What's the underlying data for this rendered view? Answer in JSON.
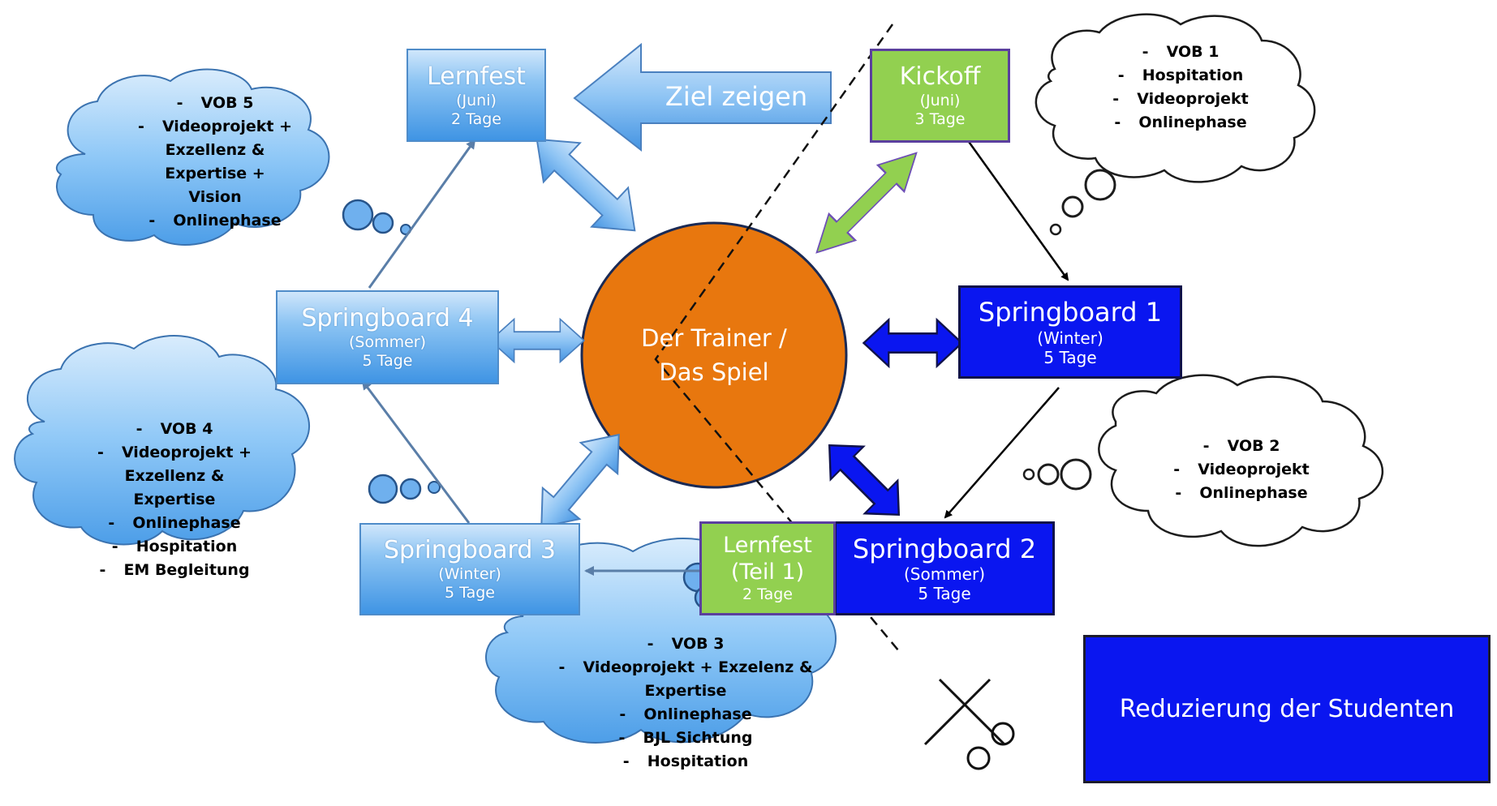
{
  "center": {
    "line1": "Der Trainer /",
    "line2": "Das Spiel"
  },
  "ziel_arrow": {
    "label": "Ziel zeigen"
  },
  "nodes": {
    "lernfest": {
      "title": "Lernfest",
      "sub1": "(Juni)",
      "sub2": "2 Tage"
    },
    "kickoff": {
      "title": "Kickoff",
      "sub1": "(Juni)",
      "sub2": "3 Tage"
    },
    "springboard1": {
      "title": "Springboard 1",
      "sub1": "(Winter)",
      "sub2": "5 Tage"
    },
    "springboard2": {
      "title": "Springboard 2",
      "sub1": "(Sommer)",
      "sub2": "5 Tage"
    },
    "lernfest_teil1": {
      "title1": "Lernfest",
      "title2": "(Teil 1)",
      "sub": "2 Tage"
    },
    "springboard3": {
      "title": "Springboard 3",
      "sub1": "(Winter)",
      "sub2": "5 Tage"
    },
    "springboard4": {
      "title": "Springboard 4",
      "sub1": "(Sommer)",
      "sub2": "5 Tage"
    }
  },
  "clouds": {
    "vob1": [
      "VOB 1",
      "Hospitation",
      "Videoprojekt",
      "Onlinephase"
    ],
    "vob2": [
      "VOB 2",
      "Videoprojekt",
      "Onlinephase"
    ],
    "vob3": [
      "VOB 3",
      "Videoprojekt + Exzelenz &",
      "Expertise",
      "Onlinephase",
      "BJL Sichtung",
      "Hospitation"
    ],
    "vob4": [
      "VOB 4",
      "Videoprojekt +",
      "Exzellenz &",
      "Expertise",
      "Onlinephase",
      "Hospitation",
      "EM Begleitung"
    ],
    "vob5": [
      "VOB 5",
      "Videoprojekt +",
      "Exzellenz &",
      "Expertise +",
      "Vision",
      "Onlinephase"
    ]
  },
  "dash": "-",
  "reduction": {
    "label": "Reduzierung der Studenten"
  },
  "icons": {
    "scissors": "scissors-icon"
  },
  "colors": {
    "center": "#e8770e",
    "dark_blue": "#0a16f0",
    "green": "#92d050",
    "light_blue": "#5aaaf0",
    "cloud_blue": "#7ec0f7"
  }
}
